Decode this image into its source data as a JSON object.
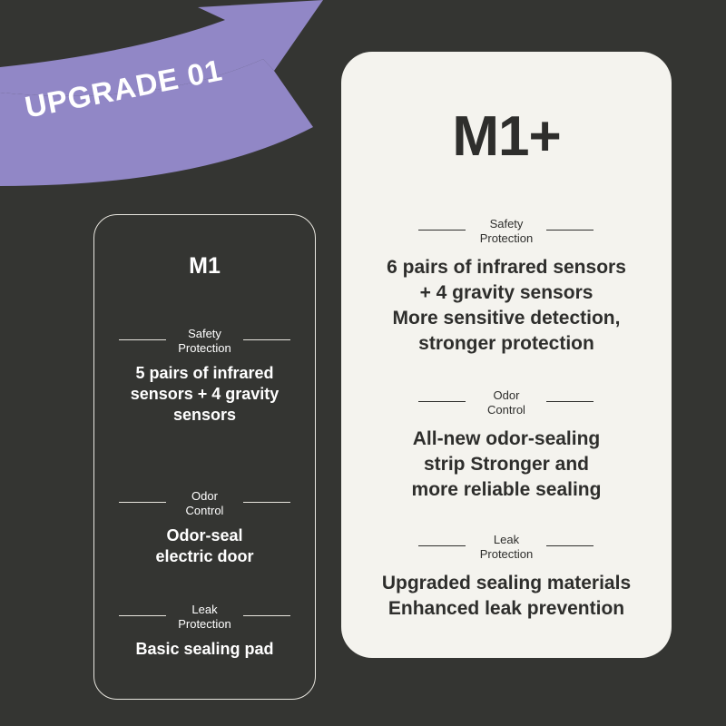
{
  "banner": {
    "label": "UPGRADE 01",
    "color": "#9187c6"
  },
  "colors": {
    "background": "#343532",
    "m1_card_border": "#e8e6df",
    "m1p_card_bg": "#f4f3ee",
    "dark_text": "#2e2e2c"
  },
  "m1": {
    "title": "M1",
    "safety": {
      "label": "Safety\nProtection",
      "text": "5 pairs of infrared\nsensors + 4 gravity\nsensors"
    },
    "odor": {
      "label": "Odor\nControl",
      "text": "Odor-seal\nelectric door"
    },
    "leak": {
      "label": "Leak\nProtection",
      "text": "Basic sealing pad"
    }
  },
  "m1plus": {
    "title": "M1+",
    "safety": {
      "label": "Safety\nProtection",
      "text": "6 pairs of infrared sensors\n+ 4 gravity sensors\nMore sensitive detection,\nstronger protection"
    },
    "odor": {
      "label": "Odor\nControl",
      "text": "All-new odor-sealing\nstrip Stronger and\nmore reliable sealing"
    },
    "leak": {
      "label": "Leak\nProtection",
      "text": "Upgraded sealing materials\nEnhanced leak prevention"
    }
  }
}
